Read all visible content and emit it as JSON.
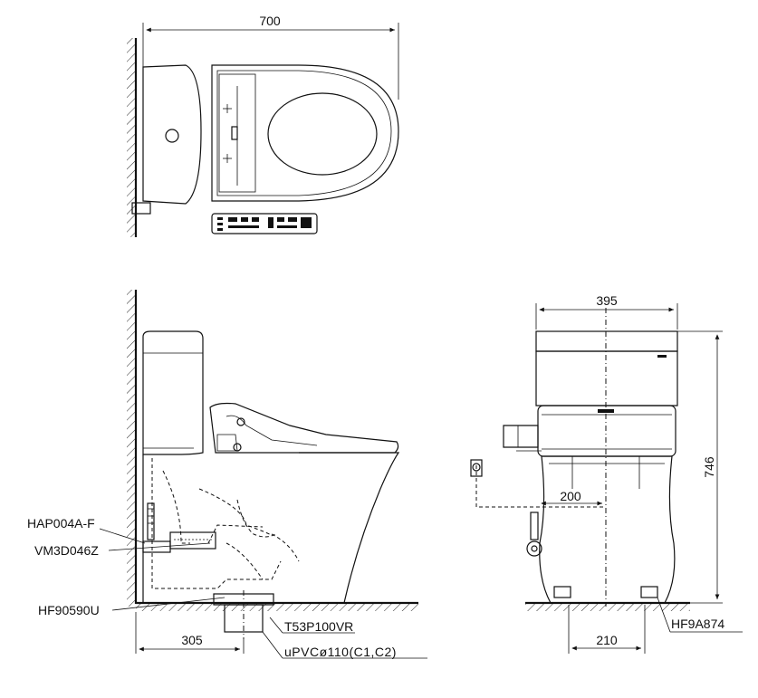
{
  "dimensions": {
    "top_width": "700",
    "front_width": "395",
    "front_height": "746",
    "front_offset": "200",
    "front_base": "210",
    "side_rough_in": "305"
  },
  "parts": {
    "hap": "HAP004A-F",
    "vm": "VM3D046Z",
    "hf9": "HF90590U",
    "t53": "T53P100VR",
    "upvc": "uPVCø110(C1,C2)",
    "hf9a": "HF9A874"
  }
}
